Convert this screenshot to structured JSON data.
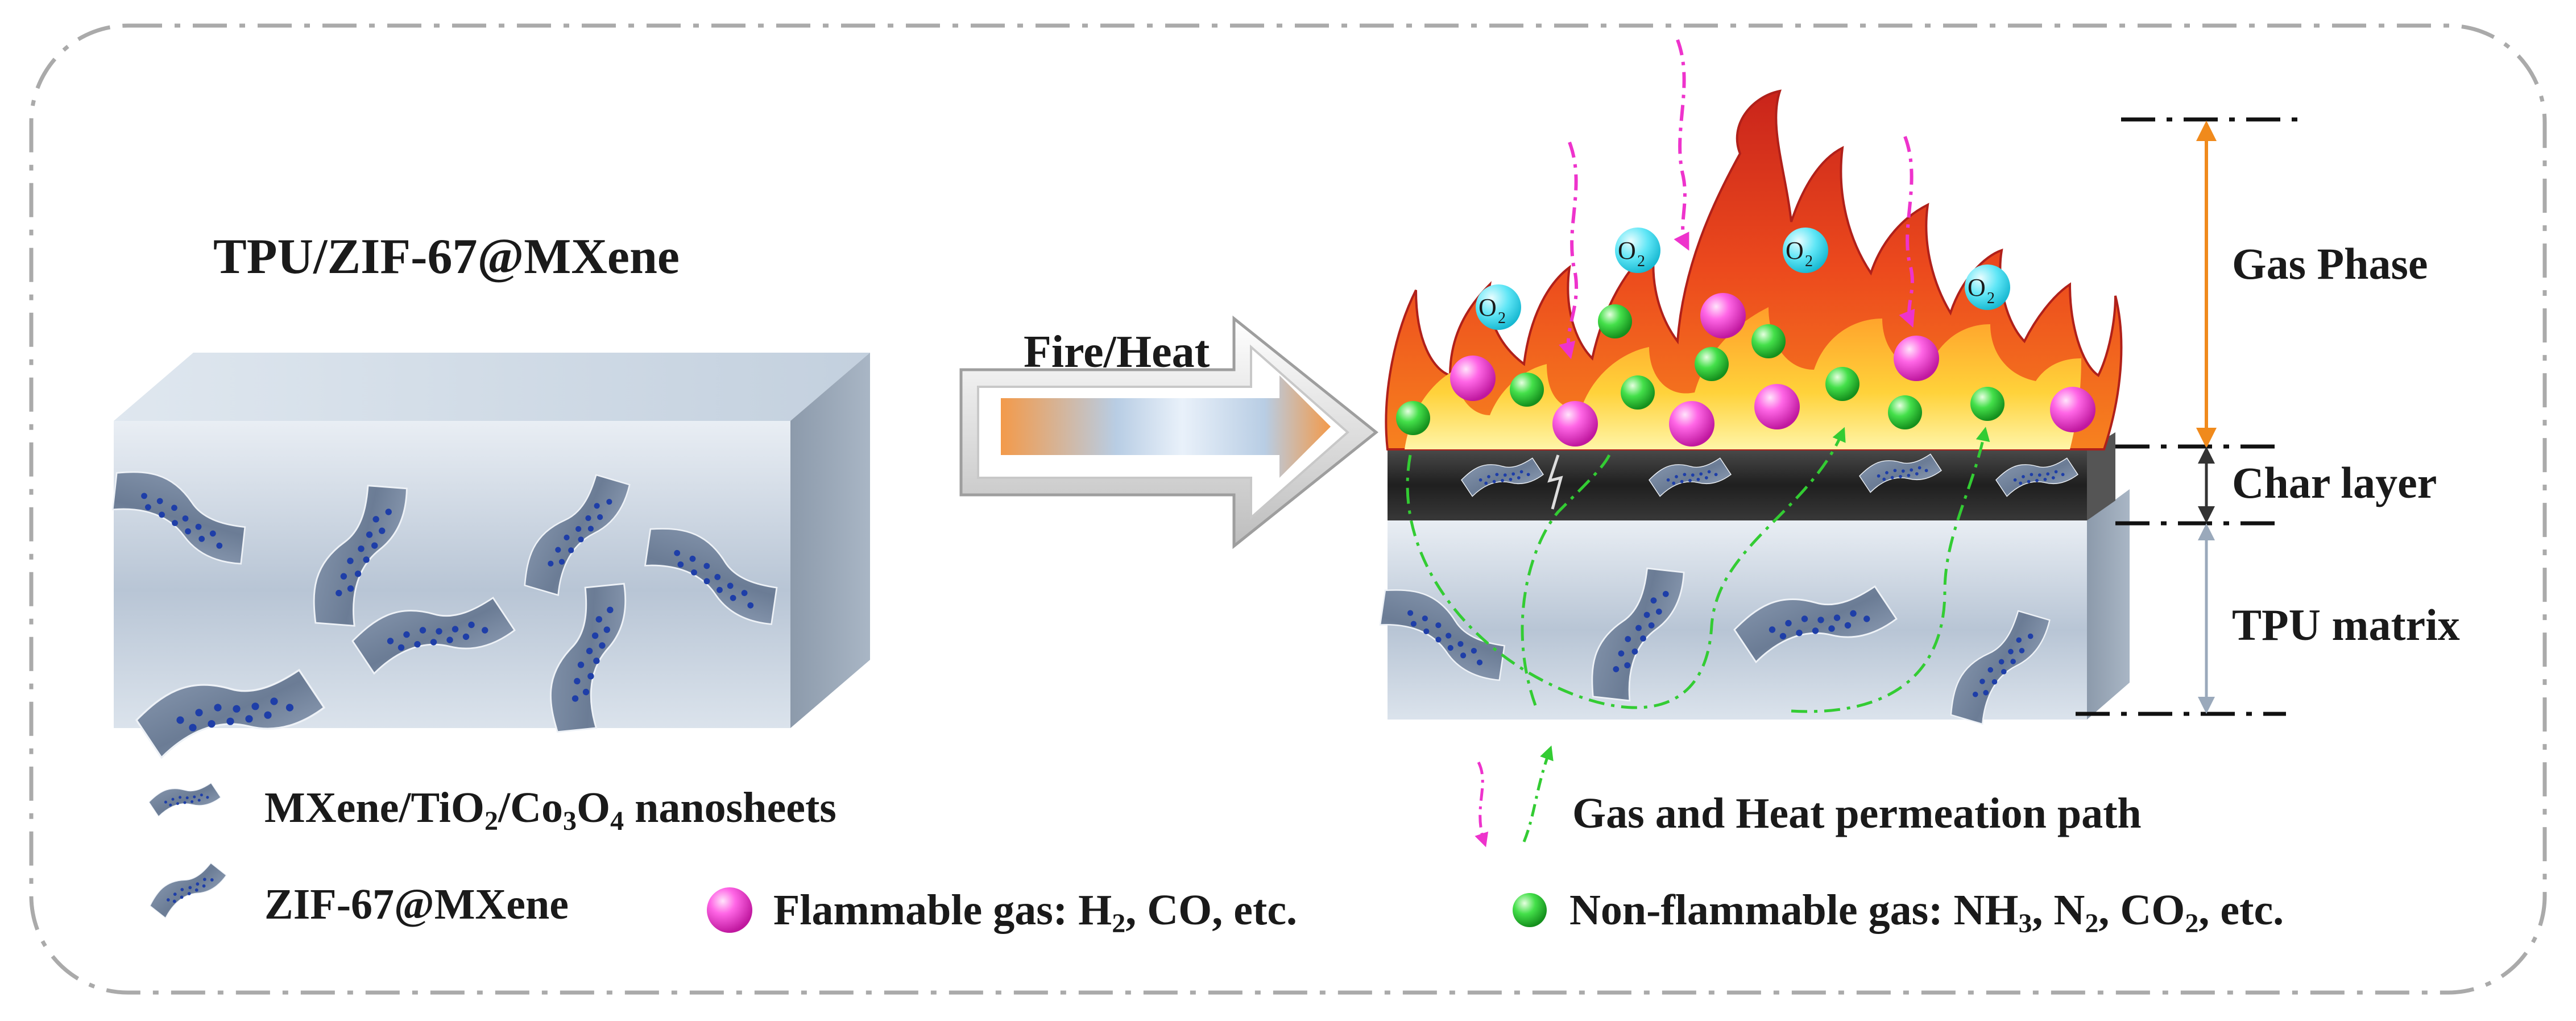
{
  "title": "TPU/ZIF-67@MXene",
  "arrow_label": "Fire/Heat",
  "zones": {
    "gas_phase": "Gas Phase",
    "char_layer": "Char layer",
    "tpu_matrix": "TPU matrix"
  },
  "oxygen_label": "O",
  "oxygen_subscript": "2",
  "legend": {
    "nanosheets": {
      "main": "MXene/TiO",
      "s1": "2",
      "mid": "/Co",
      "s2": "3",
      "mid2": "O",
      "s3": "4",
      "tail": " nanosheets"
    },
    "zif": "ZIF-67@MXene",
    "flammable": {
      "main": "Flammable gas: H",
      "s1": "2",
      "tail": ", CO, etc."
    },
    "nonflammable": {
      "main": "Non-flammable gas: NH",
      "s1": "3",
      "mid": ", N",
      "s2": "2",
      "mid2": ", CO",
      "s3": "2",
      "tail": ", etc."
    },
    "path": "Gas and Heat permeation path"
  },
  "colors": {
    "flammable_gas": "#ff44dd",
    "nonflammable_gas": "#33dd33",
    "oxygen": "#22d8ee",
    "flame_outer": "#e8401c",
    "flame_inner": "#ffd23a",
    "gas_phase_arrow": "#f08a1c",
    "char": "#2e2e2e",
    "matrix": "#b9c6d6",
    "path_pink": "#ee33cc",
    "path_green": "#33cc33",
    "border": "#aaaaaa"
  }
}
